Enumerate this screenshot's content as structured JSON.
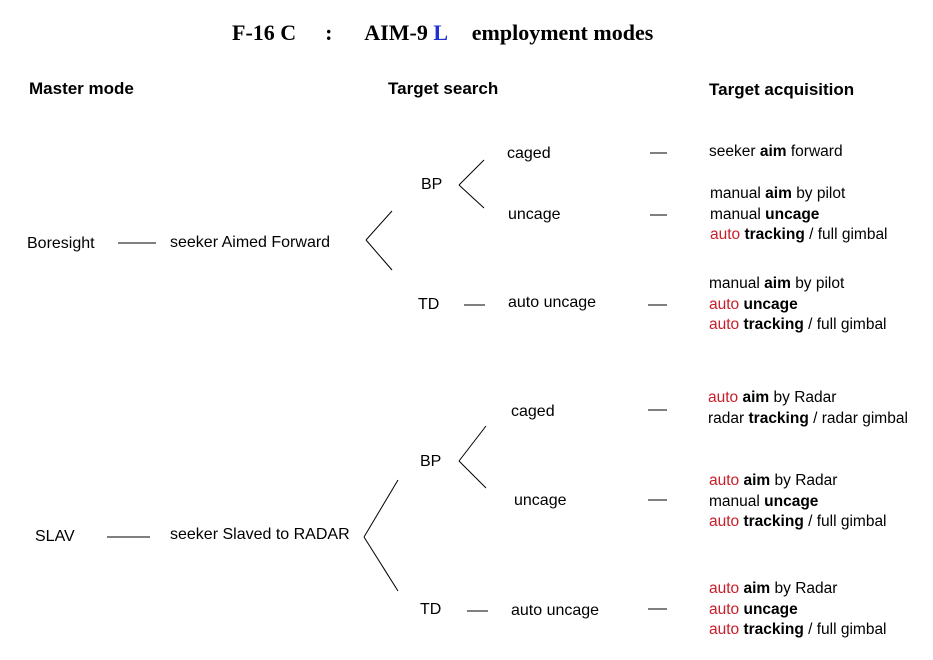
{
  "title": {
    "aircraft": "F-16 C",
    "separator": ":",
    "missile_prefix": "AIM-9",
    "missile_variant": "L",
    "suffix": "employment modes"
  },
  "headers": {
    "master_mode": "Master mode",
    "target_search": "Target search",
    "target_acquisition": "Target acquisition"
  },
  "colors": {
    "auto_text": "#c8202a",
    "variant_text": "#1f2fd0"
  },
  "boresight": {
    "mode": "Boresight",
    "description": "seeker Aimed Forward",
    "bp": {
      "label": "BP",
      "caged": {
        "label": "caged",
        "acq": [
          {
            "parts": [
              "seeker",
              "aim",
              "forward"
            ]
          }
        ]
      },
      "uncage": {
        "label": "uncage",
        "acq": [
          {
            "parts": [
              "manual",
              "aim",
              "by pilot"
            ]
          },
          {
            "parts": [
              "manual",
              "uncage"
            ]
          },
          {
            "parts": [
              "auto",
              "tracking",
              "/ full gimbal"
            ]
          }
        ]
      }
    },
    "td": {
      "label": "TD",
      "search": "auto uncage",
      "acq": [
        {
          "parts": [
            "manual",
            "aim",
            "by pilot"
          ]
        },
        {
          "parts": [
            "auto",
            "uncage"
          ]
        },
        {
          "parts": [
            "auto",
            "tracking",
            "/ full gimbal"
          ]
        }
      ]
    }
  },
  "slav": {
    "mode": "SLAV",
    "description": "seeker Slaved to RADAR",
    "bp": {
      "label": "BP",
      "caged": {
        "label": "caged",
        "acq": [
          {
            "parts": [
              "auto",
              "aim",
              "by Radar"
            ]
          },
          {
            "parts": [
              "radar",
              "tracking",
              "/ radar gimbal"
            ]
          }
        ]
      },
      "uncage": {
        "label": "uncage",
        "acq": [
          {
            "parts": [
              "auto",
              "aim",
              "by Radar"
            ]
          },
          {
            "parts": [
              "manual",
              "uncage"
            ]
          },
          {
            "parts": [
              "auto",
              "tracking",
              "/ full gimbal"
            ]
          }
        ]
      }
    },
    "td": {
      "label": "TD",
      "search": "auto uncage",
      "acq": [
        {
          "parts": [
            "auto",
            "aim",
            "by Radar"
          ]
        },
        {
          "parts": [
            "auto",
            "uncage"
          ]
        },
        {
          "parts": [
            "auto",
            "tracking",
            "/ full gimbal"
          ]
        }
      ]
    }
  }
}
